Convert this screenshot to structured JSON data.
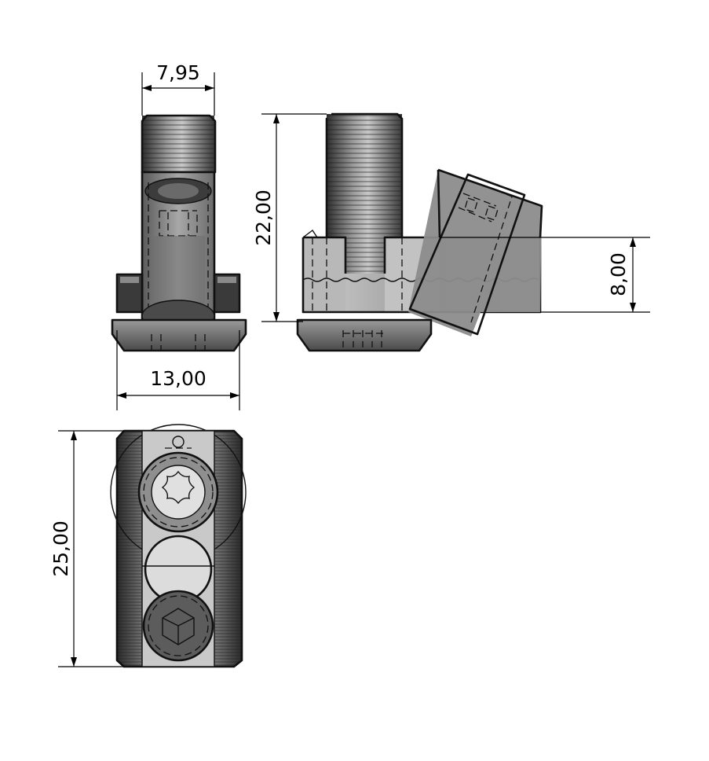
{
  "drawing": {
    "dimensions": {
      "front_width": "7,95",
      "front_base_width": "13,00",
      "side_height": "22,00",
      "side_offset": "8,00",
      "top_length": "25,00"
    },
    "colors": {
      "line": "#111111",
      "metal_dark": "#3a3a3a",
      "metal_mid": "#8a8a8a",
      "metal_light": "#d6d6d6"
    }
  }
}
